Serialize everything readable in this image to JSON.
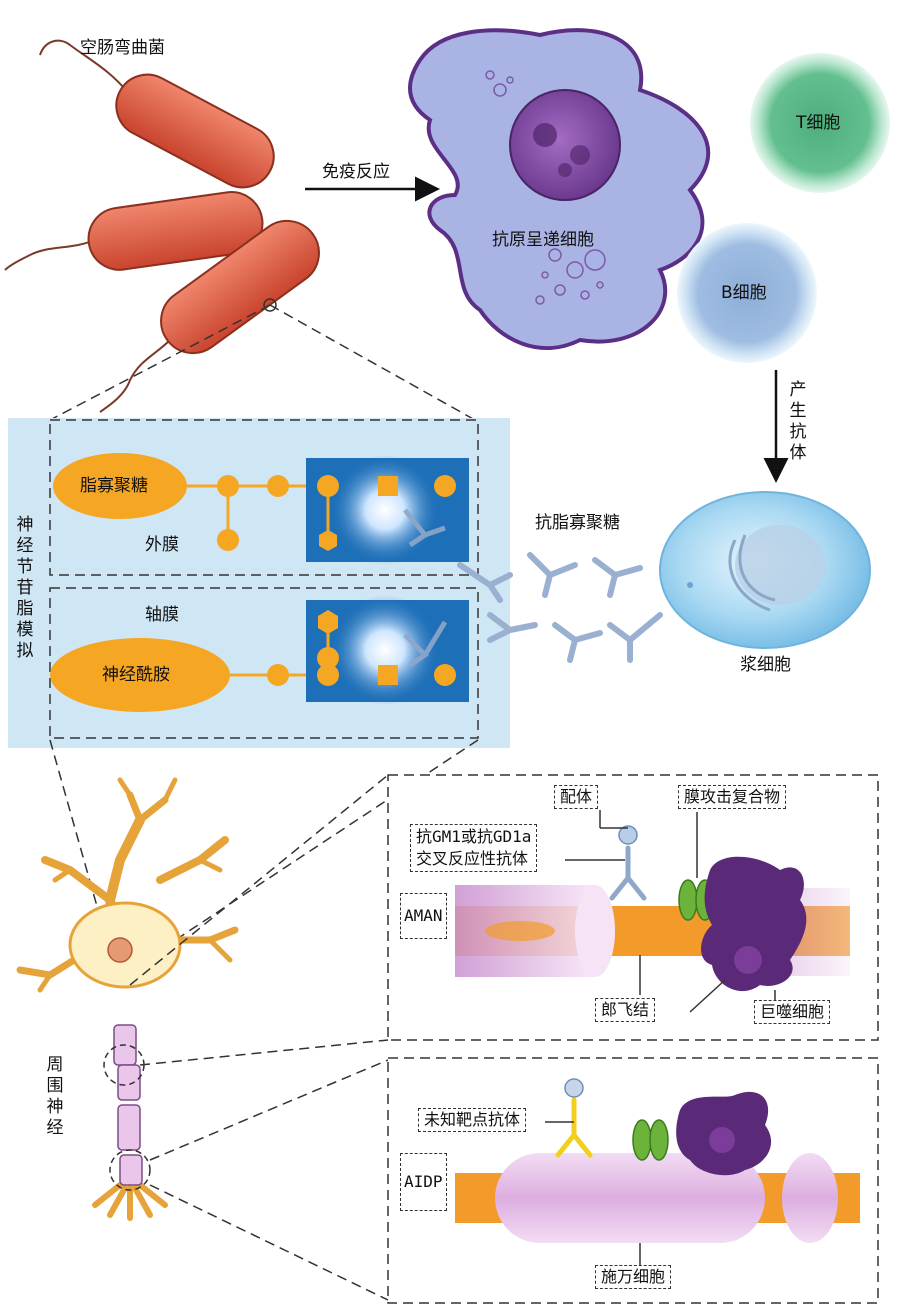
{
  "top": {
    "bacteria_label": "空肠弯曲菌",
    "immune_response_label": "免疫反应",
    "apc_label": "抗原呈递细胞",
    "t_cell_label": "T细胞",
    "b_cell_label": "B细胞",
    "produce_antibody_label": "产生抗体",
    "plasma_cell_label": "浆细胞"
  },
  "middle": {
    "mimicry_label": "神经节苷脂模拟",
    "lps_label": "脂寡聚糖",
    "outer_membrane_label": "外膜",
    "axolemma_label": "轴膜",
    "ganglioside_label": "神经酰胺",
    "anti_lps_label": "抗脂寡聚糖"
  },
  "bottom": {
    "peripheral_nerve_label": "周围神经",
    "ligand_label": "配体",
    "mac_label": "膜攻击复合物",
    "cross_antibody_label": "抗GM1或抗GD1a\n交叉反应性抗体",
    "aman_label": "AMAN",
    "node_label": "郎飞结",
    "macrophage_label": "巨噬细胞",
    "unknown_antibody_label": "未知靶点抗体",
    "aidp_label": "AIDP",
    "schwann_label": "施万细胞"
  },
  "colors": {
    "bacteria": "#d9573e",
    "apc": "#a9b3e0",
    "t_cell": "#5cb98a",
    "b_cell": "#8fb8de",
    "plasma": "#9fd3ef",
    "panel_bg": "#cfe6f5",
    "glycan": "#f5a623",
    "blue_box": "#1d6fb8",
    "antibody": "#8fa7c9",
    "axon": "#f29b2b",
    "macrophage": "#5a2a78",
    "mac": "#6bb33a",
    "myelin": "#d9a3d8"
  }
}
